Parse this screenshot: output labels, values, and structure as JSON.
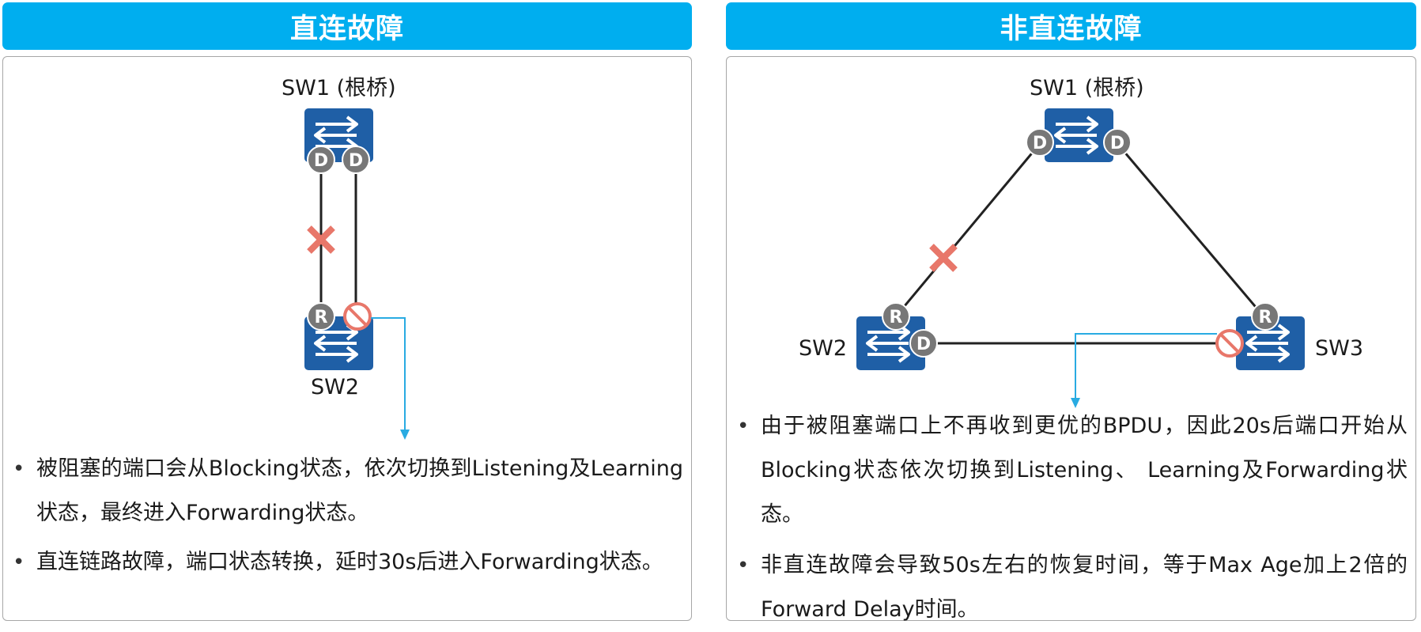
{
  "colors": {
    "header_bg": "#00aeef",
    "switch_blue": "#1f5fa6",
    "port_gray": "#777777",
    "fault_red": "#e8776a",
    "arrow_blue": "#29abe2"
  },
  "left": {
    "title": "直连故障",
    "sw1_label": "SW1 (根桥)",
    "sw2_label": "SW2",
    "ports": {
      "sw1_a": "D",
      "sw1_b": "D",
      "sw2_a": "R"
    },
    "bullets": [
      "被阻塞的端口会从Blocking状态，依次切换到Listening及Learning状态，最终进入Forwarding状态。",
      "直连链路故障，端口状态转换，延时30s后进入Forwarding状态。"
    ]
  },
  "right": {
    "title": "非直连故障",
    "sw1_label": "SW1 (根桥)",
    "sw2_label": "SW2",
    "sw3_label": "SW3",
    "ports": {
      "sw1_left": "D",
      "sw1_right": "D",
      "sw2_top": "R",
      "sw2_right": "D",
      "sw3_top": "R"
    },
    "bullets": [
      "由于被阻塞端口上不再收到更优的BPDU，因此20s后端口开始从Blocking状态依次切换到Listening、 Learning及Forwarding状态。",
      "非直连故障会导致50s左右的恢复时间，等于Max Age加上2倍的Forward Delay时间。"
    ]
  }
}
